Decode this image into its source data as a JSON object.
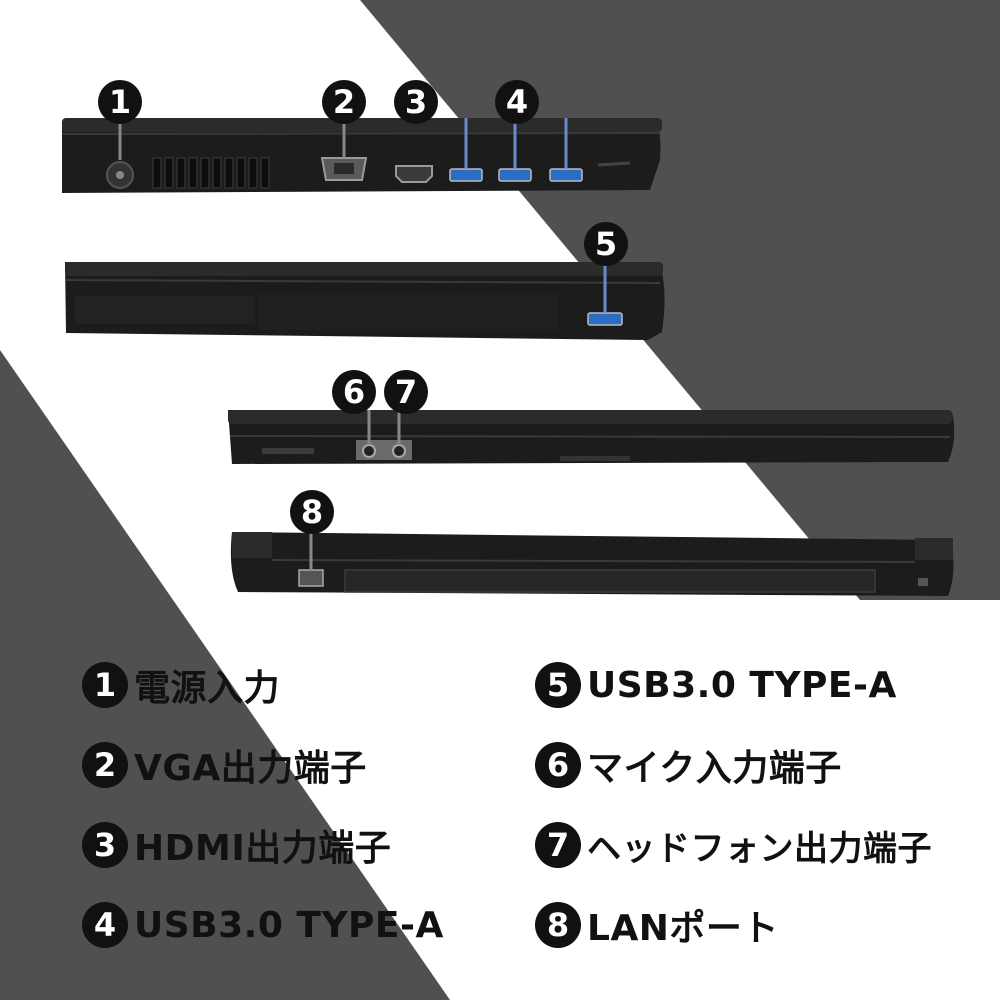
{
  "colors": {
    "dark_band": "#505050",
    "background": "#ffffff",
    "badge": "#111111",
    "laptop_body": "#1c1c1c"
  },
  "badges": [
    "1",
    "2",
    "3",
    "4",
    "5",
    "6",
    "7",
    "8"
  ],
  "legend": [
    {
      "num": "1",
      "label": "電源入力"
    },
    {
      "num": "2",
      "label": "VGA出力端子"
    },
    {
      "num": "3",
      "label": "HDMI出力端子"
    },
    {
      "num": "4",
      "label": "USB3.0 TYPE-A"
    },
    {
      "num": "5",
      "label": "USB3.0 TYPE-A"
    },
    {
      "num": "6",
      "label": "マイク入力端子"
    },
    {
      "num": "7",
      "label": "ヘッドフォン出力端子"
    },
    {
      "num": "8",
      "label": "LANポート"
    }
  ]
}
